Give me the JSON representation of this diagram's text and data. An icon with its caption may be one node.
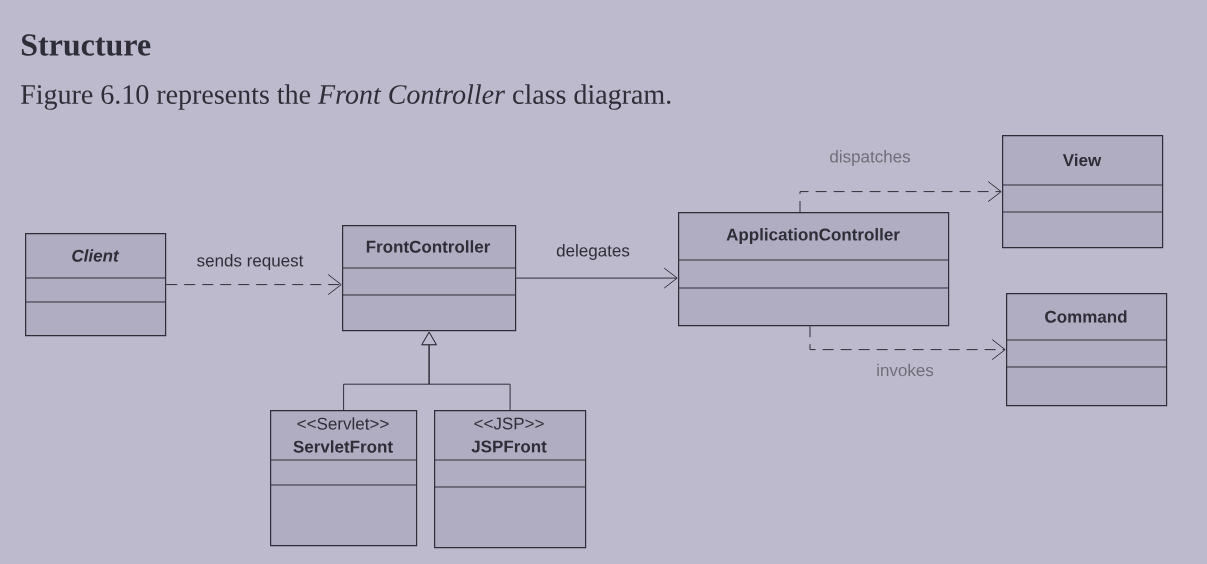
{
  "diagram": {
    "title": "Structure",
    "caption": "Figure 6.10 represents the *Front Controller* class diagram.",
    "nodes": [
      {
        "text": [
          "Client"
        ]
      },
      {
        "text": [
          "FrontController"
        ]
      },
      {
        "text": [
          "<<Servlet>>",
          "ServletFront"
        ]
      },
      {
        "text": [
          "<<JSP>>",
          "JSPFront"
        ]
      },
      {
        "text": [
          "ApplicationController"
        ]
      },
      {
        "text": [
          "View"
        ]
      },
      {
        "text": [
          "Command"
        ]
      }
    ],
    "edges": [
      {
        "from": 0,
        "to": 1,
        "arrow": "to",
        "label": "sends request",
        "style": "dashed"
      },
      {
        "from": 1,
        "to": 4,
        "arrow": "to",
        "label": "delegates"
      },
      {
        "from": 2,
        "to": 1,
        "arrow": "to"
      },
      {
        "from": 3,
        "to": 1,
        "arrow": "to"
      },
      {
        "from": 4,
        "to": 5,
        "arrow": "to",
        "label": "dispatches",
        "style": "dashed"
      },
      {
        "from": 4,
        "to": 6,
        "arrow": "to",
        "label": "invokes",
        "style": "dashed"
      }
    ]
  }
}
